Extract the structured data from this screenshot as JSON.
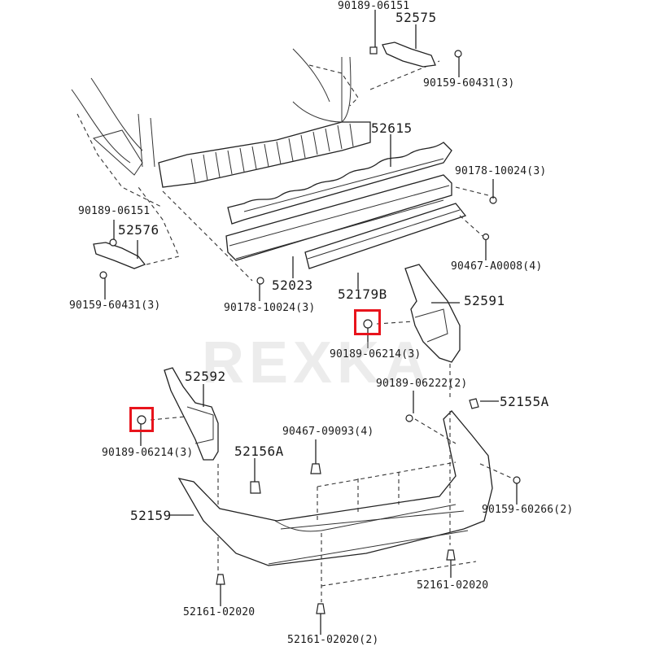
{
  "diagram": {
    "title": "Rear bumper exploded parts diagram",
    "watermark": "REXKA",
    "highlight_color": "#e8141c",
    "labels": {
      "p90189_06151_top": "90189-06151",
      "p52575": "52575",
      "p90159_60431_top": "90159-60431(3)",
      "p52615": "52615",
      "p90178_10024_right": "90178-10024(3)",
      "p90189_06151_left": "90189-06151",
      "p52576": "52576",
      "p90467_A0008": "90467-A0008(4)",
      "p90159_60431_left": "90159-60431(3)",
      "p52023": "52023",
      "p90178_10024_bottom": "90178-10024(3)",
      "p52179B": "52179B",
      "p52591": "52591",
      "p90189_06214_right": "90189-06214(3)",
      "p90189_06222": "90189-06222(2)",
      "p52592": "52592",
      "p52155A": "52155A",
      "p90189_06214_left": "90189-06214(3)",
      "p90467_09093": "90467-09093(4)",
      "p52156A": "52156A",
      "p52159": "52159",
      "p90159_60266": "90159-60266(2)",
      "p52161_02020_right": "52161-02020",
      "p52161_02020_left": "52161-02020",
      "p52161_02020_bottom": "52161-02020(2)"
    }
  }
}
